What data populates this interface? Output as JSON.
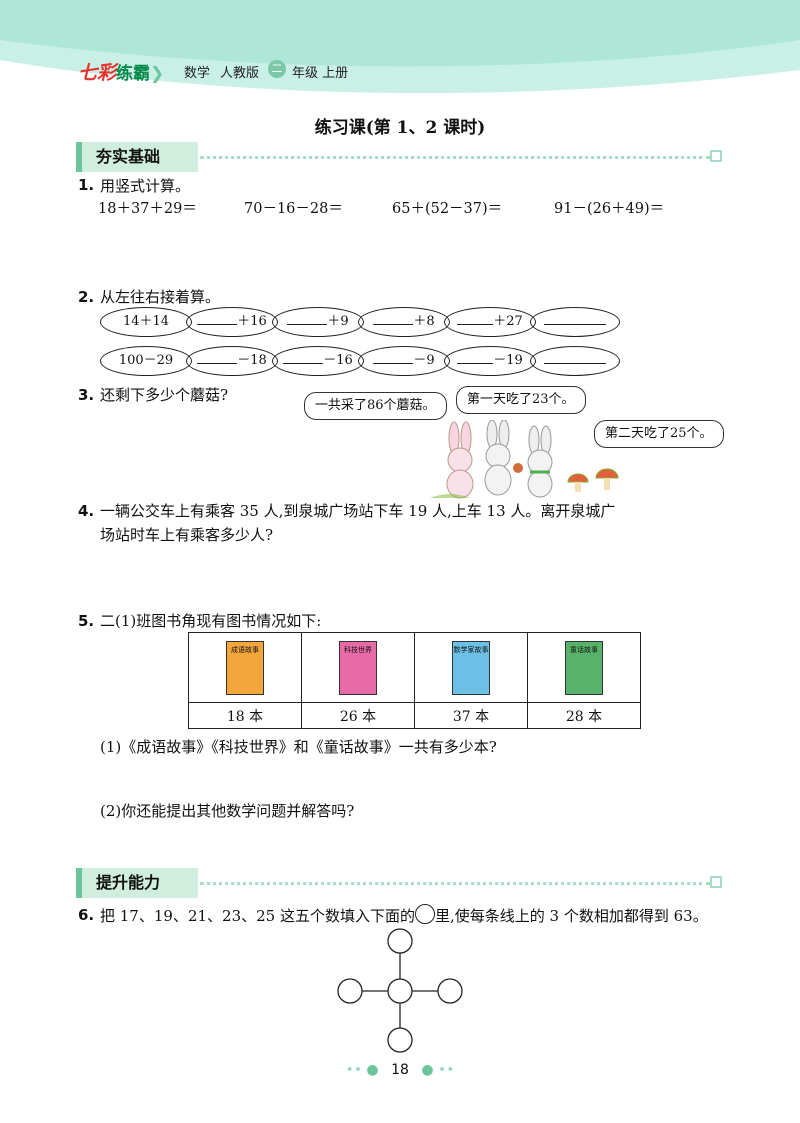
{
  "header": {
    "brand_part1": "七彩",
    "brand_part2": "练霸",
    "subject": "数学",
    "edition": "人教版",
    "grade_char": "二",
    "grade_suffix": "年级 上册"
  },
  "title": "练习课(第 1、2 课时)",
  "sections": [
    {
      "label": "夯实基础"
    },
    {
      "label": "提升能力"
    }
  ],
  "q1": {
    "num": "1.",
    "text": "用竖式计算。",
    "exprs": [
      "18＋37＋29＝",
      "70－16－28＝",
      "65＋(52－37)＝",
      "91－(26＋49)＝"
    ]
  },
  "q2": {
    "num": "2.",
    "text": "从左往右接着算。",
    "row1": {
      "start": "14＋14",
      "ops": [
        "＋16",
        "＋9",
        "＋8",
        "＋27"
      ]
    },
    "row2": {
      "start": "100－29",
      "ops": [
        "－18",
        "－16",
        "－9",
        "－19"
      ]
    }
  },
  "q3": {
    "num": "3.",
    "text": "还剩下多少个蘑菇?",
    "bubbles": [
      "一共采了86个蘑菇。",
      "第一天吃了23个。",
      "第二天吃了25个。"
    ]
  },
  "q4": {
    "num": "4.",
    "line1": "一辆公交车上有乘客 35 人,到泉城广场站下车 19 人,上车 13 人。离开泉城广",
    "line2": "场站时车上有乘客多少人?"
  },
  "q5": {
    "num": "5.",
    "text": "二(1)班图书角现有图书情况如下:",
    "books": [
      {
        "cover": "成语故事",
        "count": "18 本",
        "color": "#f3a63b"
      },
      {
        "cover": "科技世界",
        "count": "26 本",
        "color": "#e86aa6"
      },
      {
        "cover": "数学家故事",
        "count": "37 本",
        "color": "#6cc0e6"
      },
      {
        "cover": "童话故事",
        "count": "28 本",
        "color": "#58b36a"
      }
    ],
    "sub1": "(1)《成语故事》《科技世界》和《童话故事》一共有多少本?",
    "sub2": "(2)你还能提出其他数学问题并解答吗?"
  },
  "q6": {
    "num": "6.",
    "text_a": "把 17、19、21、23、25 这五个数填入下面的",
    "text_b": "里,使每条线上的 3 个数相加都得到 63。"
  },
  "page_number": "18",
  "colors": {
    "accent_green": "#6cc49a",
    "band": "#c9f0e6"
  }
}
